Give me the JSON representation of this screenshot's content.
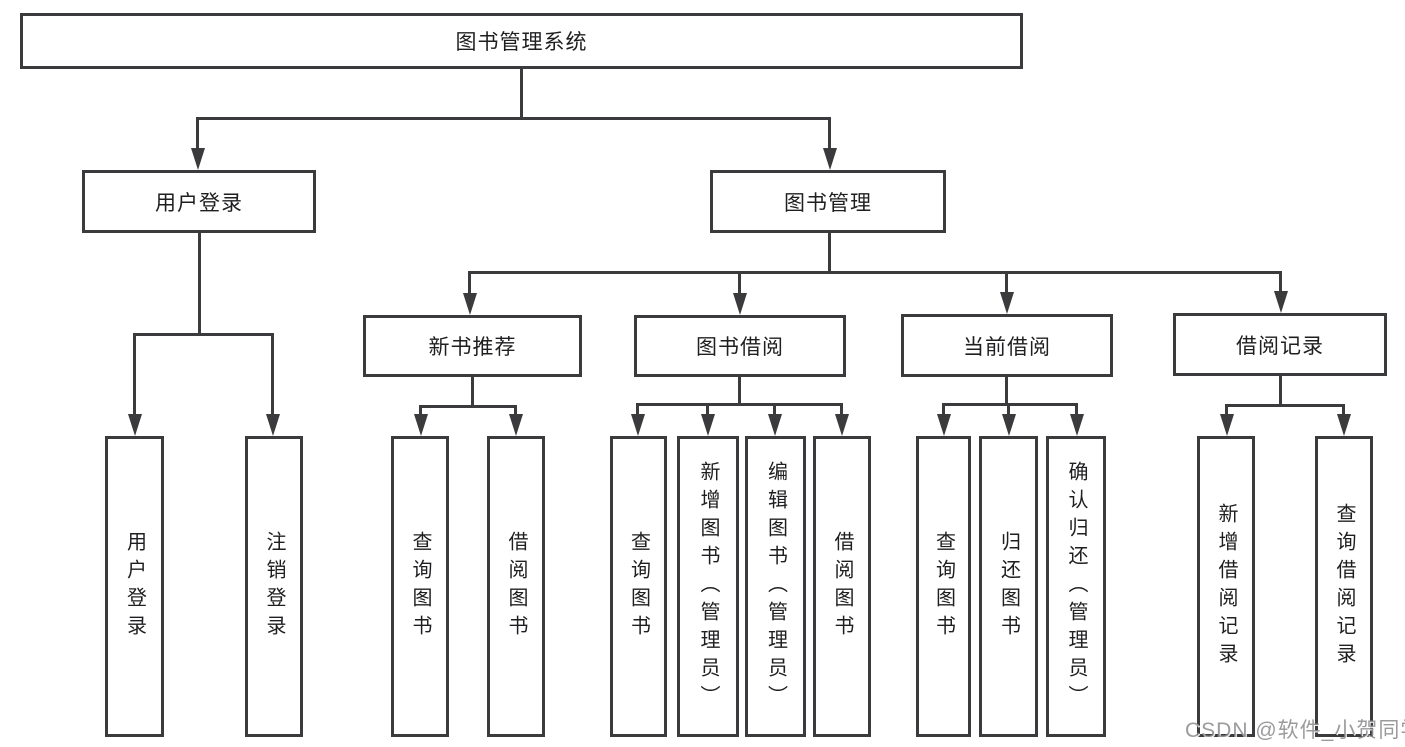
{
  "tree": {
    "root": "图书管理系统",
    "branches": [
      {
        "label": "用户登录",
        "children": [
          "用户登录",
          "注销登录"
        ]
      },
      {
        "label": "图书管理",
        "children": [
          {
            "label": "新书推荐",
            "children": [
              "查询图书",
              "借阅图书"
            ]
          },
          {
            "label": "图书借阅",
            "children": [
              "查询图书",
              "新增图书（管理员）",
              "编辑图书（管理员）",
              "借阅图书"
            ]
          },
          {
            "label": "当前借阅",
            "children": [
              "查询图书",
              "归还图书",
              "确认归还（管理员）"
            ]
          },
          {
            "label": "借阅记录",
            "children": [
              "新增借阅记录",
              "查询借阅记录"
            ]
          }
        ]
      }
    ]
  },
  "watermark": {
    "text": "CSDN @软件_小贺同学"
  },
  "colors": {
    "background": "#ffffff",
    "box_border": "#3b3b3d",
    "connector_line": "#3b3b3d",
    "text": "#1f1f21",
    "watermark": "#8a8a8c"
  }
}
